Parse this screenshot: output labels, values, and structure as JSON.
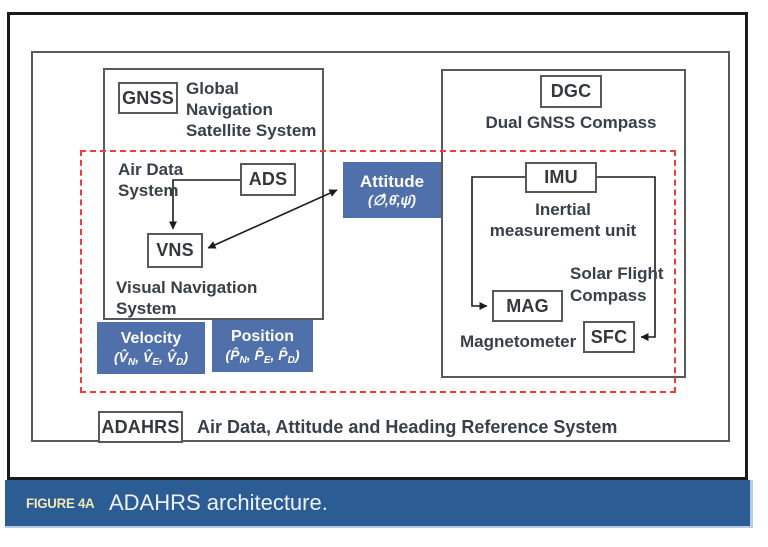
{
  "colors": {
    "caption_bar": "#2b5c94",
    "caption_label": "#f1e7b5",
    "label_box_blue": "#5070ab",
    "dashed_red": "#e8403a"
  },
  "caption": {
    "label": "FIGURE 4A",
    "title": "ADAHRS architecture."
  },
  "nodes": {
    "gnss": {
      "abbr": "GNSS",
      "name_line1": "Global Navigation",
      "name_line2": "Satellite System"
    },
    "ads": {
      "abbr": "ADS",
      "name": "Air Data System"
    },
    "vns": {
      "abbr": "VNS",
      "name": "Visual Navigation System"
    },
    "dgc": {
      "abbr": "DGC",
      "name": "Dual GNSS Compass"
    },
    "imu": {
      "abbr": "IMU",
      "name_line1": "Inertial",
      "name_line2": "measurement unit"
    },
    "mag": {
      "abbr": "MAG",
      "name": "Magnetometer"
    },
    "sfc": {
      "abbr": "SFC",
      "name_line1": "Solar Flight",
      "name_line2": "Compass"
    },
    "adahrs": {
      "abbr": "ADAHRS",
      "name": "Air Data, Attitude and Heading Reference System"
    }
  },
  "outputs": {
    "attitude": {
      "title": "Attitude",
      "vars_text": "(∅̂,θ̂,ψ̂)"
    },
    "velocity": {
      "title": "Velocity",
      "vars": [
        {
          "base": "(V̂",
          "sub": "N"
        },
        {
          "base": ", V̂",
          "sub": "E"
        },
        {
          "base": ", V̂",
          "sub": "D"
        },
        {
          "base": ")"
        }
      ]
    },
    "position": {
      "title": "Position",
      "vars": [
        {
          "base": "(P̂",
          "sub": "N"
        },
        {
          "base": ", P̂",
          "sub": "E"
        },
        {
          "base": ", P̂",
          "sub": "D"
        },
        {
          "base": ")"
        }
      ]
    }
  }
}
